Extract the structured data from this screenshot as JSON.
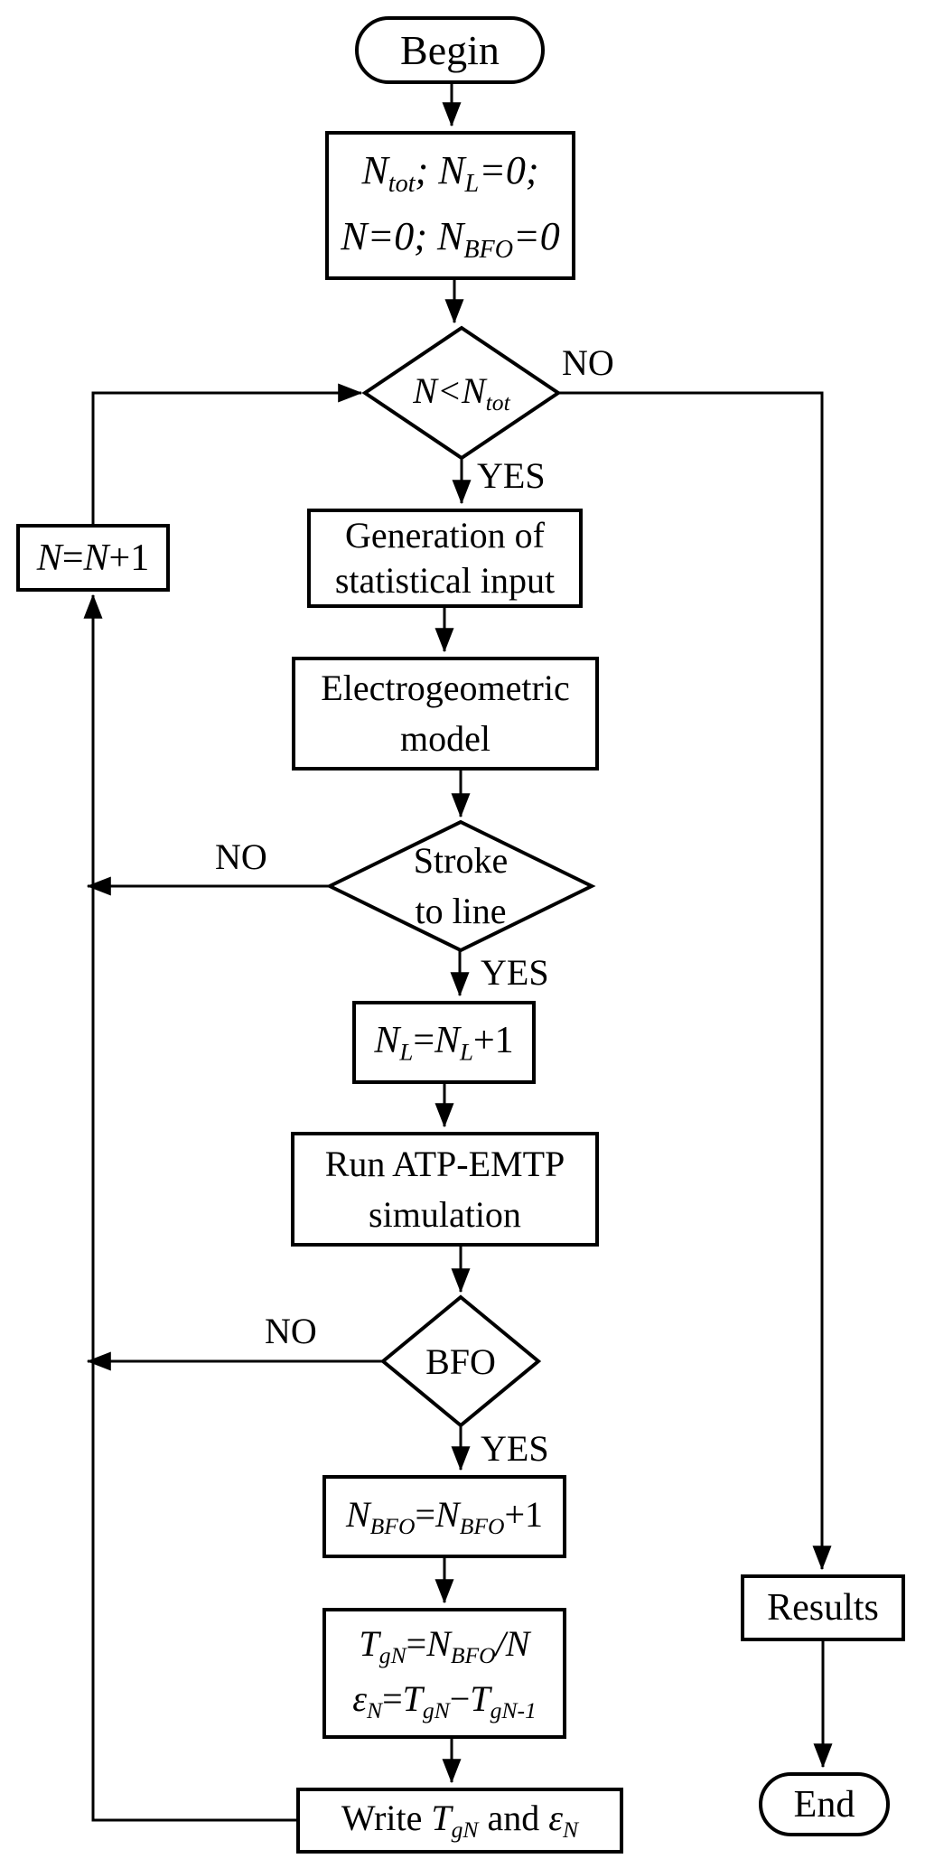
{
  "nodes": {
    "begin": {
      "label": "Begin"
    },
    "init": {
      "line1": [
        {
          "t": "N",
          "s": "v"
        },
        {
          "t": "tot",
          "s": "b"
        },
        {
          "t": "; ",
          "s": "v"
        },
        {
          "t": "N",
          "s": "v"
        },
        {
          "t": "L",
          "s": "b"
        },
        {
          "t": "=0;",
          "s": "v"
        }
      ],
      "line2": [
        {
          "t": "N",
          "s": "v"
        },
        {
          "t": "=0; ",
          "s": "v"
        },
        {
          "t": "N",
          "s": "v"
        },
        {
          "t": "BFO",
          "s": "b"
        },
        {
          "t": "=0",
          "s": "v"
        }
      ]
    },
    "check_n": {
      "condition": [
        {
          "t": "N",
          "s": "v"
        },
        {
          "t": "<",
          "s": "v"
        },
        {
          "t": "N",
          "s": "v"
        },
        {
          "t": "tot",
          "s": "b"
        }
      ]
    },
    "generation": {
      "line1": "Generation of",
      "line2": "statistical input"
    },
    "electrogeometric": {
      "line1": "Electrogeometric",
      "line2": "model"
    },
    "stroke_to_line": {
      "line1": "Stroke",
      "line2": "to line"
    },
    "increment_nl": {
      "formula": [
        {
          "t": "N",
          "s": "v"
        },
        {
          "t": "L",
          "s": "b"
        },
        {
          "t": "=",
          "s": "n"
        },
        {
          "t": "N",
          "s": "v"
        },
        {
          "t": "L",
          "s": "b"
        },
        {
          "t": "+1",
          "s": "n"
        }
      ]
    },
    "run_simulation": {
      "line1": "Run ATP-EMTP",
      "line2": "simulation"
    },
    "bfo_check": {
      "label": "BFO"
    },
    "increment_nbfo": {
      "formula": [
        {
          "t": "N",
          "s": "v"
        },
        {
          "t": "BFO",
          "s": "b"
        },
        {
          "t": "=",
          "s": "n"
        },
        {
          "t": "N",
          "s": "v"
        },
        {
          "t": "BFO",
          "s": "b"
        },
        {
          "t": "+1",
          "s": "n"
        }
      ]
    },
    "tgn_calc": {
      "line1": [
        {
          "t": "T",
          "s": "v"
        },
        {
          "t": "gN",
          "s": "b"
        },
        {
          "t": "=",
          "s": "n"
        },
        {
          "t": "N",
          "s": "v"
        },
        {
          "t": "BFO",
          "s": "b"
        },
        {
          "t": "/",
          "s": "v"
        },
        {
          "t": "N",
          "s": "v"
        }
      ],
      "line2": [
        {
          "t": "ε",
          "s": "v"
        },
        {
          "t": "N",
          "s": "b"
        },
        {
          "t": "=",
          "s": "n"
        },
        {
          "t": "T",
          "s": "v"
        },
        {
          "t": "gN",
          "s": "b"
        },
        {
          "t": "−",
          "s": "n"
        },
        {
          "t": "T",
          "s": "v"
        },
        {
          "t": "gN-1",
          "s": "b"
        }
      ]
    },
    "write_output": {
      "formula": [
        {
          "t": "Write ",
          "s": "n"
        },
        {
          "t": "T",
          "s": "v"
        },
        {
          "t": "gN",
          "s": "b"
        },
        {
          "t": " and ",
          "s": "n"
        },
        {
          "t": "ε",
          "s": "v"
        },
        {
          "t": "N",
          "s": "b"
        }
      ]
    },
    "increment_n": {
      "formula": [
        {
          "t": "N",
          "s": "v"
        },
        {
          "t": "=",
          "s": "n"
        },
        {
          "t": "N",
          "s": "v"
        },
        {
          "t": "+1",
          "s": "n"
        }
      ]
    },
    "results": {
      "label": "Results"
    },
    "end": {
      "label": "End"
    }
  },
  "edge_labels": {
    "check_n_no": "NO",
    "check_n_yes": "YES",
    "stroke_no": "NO",
    "stroke_yes": "YES",
    "bfo_no": "NO",
    "bfo_yes": "YES"
  },
  "colors": {
    "line": "#000000",
    "background": "#ffffff"
  }
}
